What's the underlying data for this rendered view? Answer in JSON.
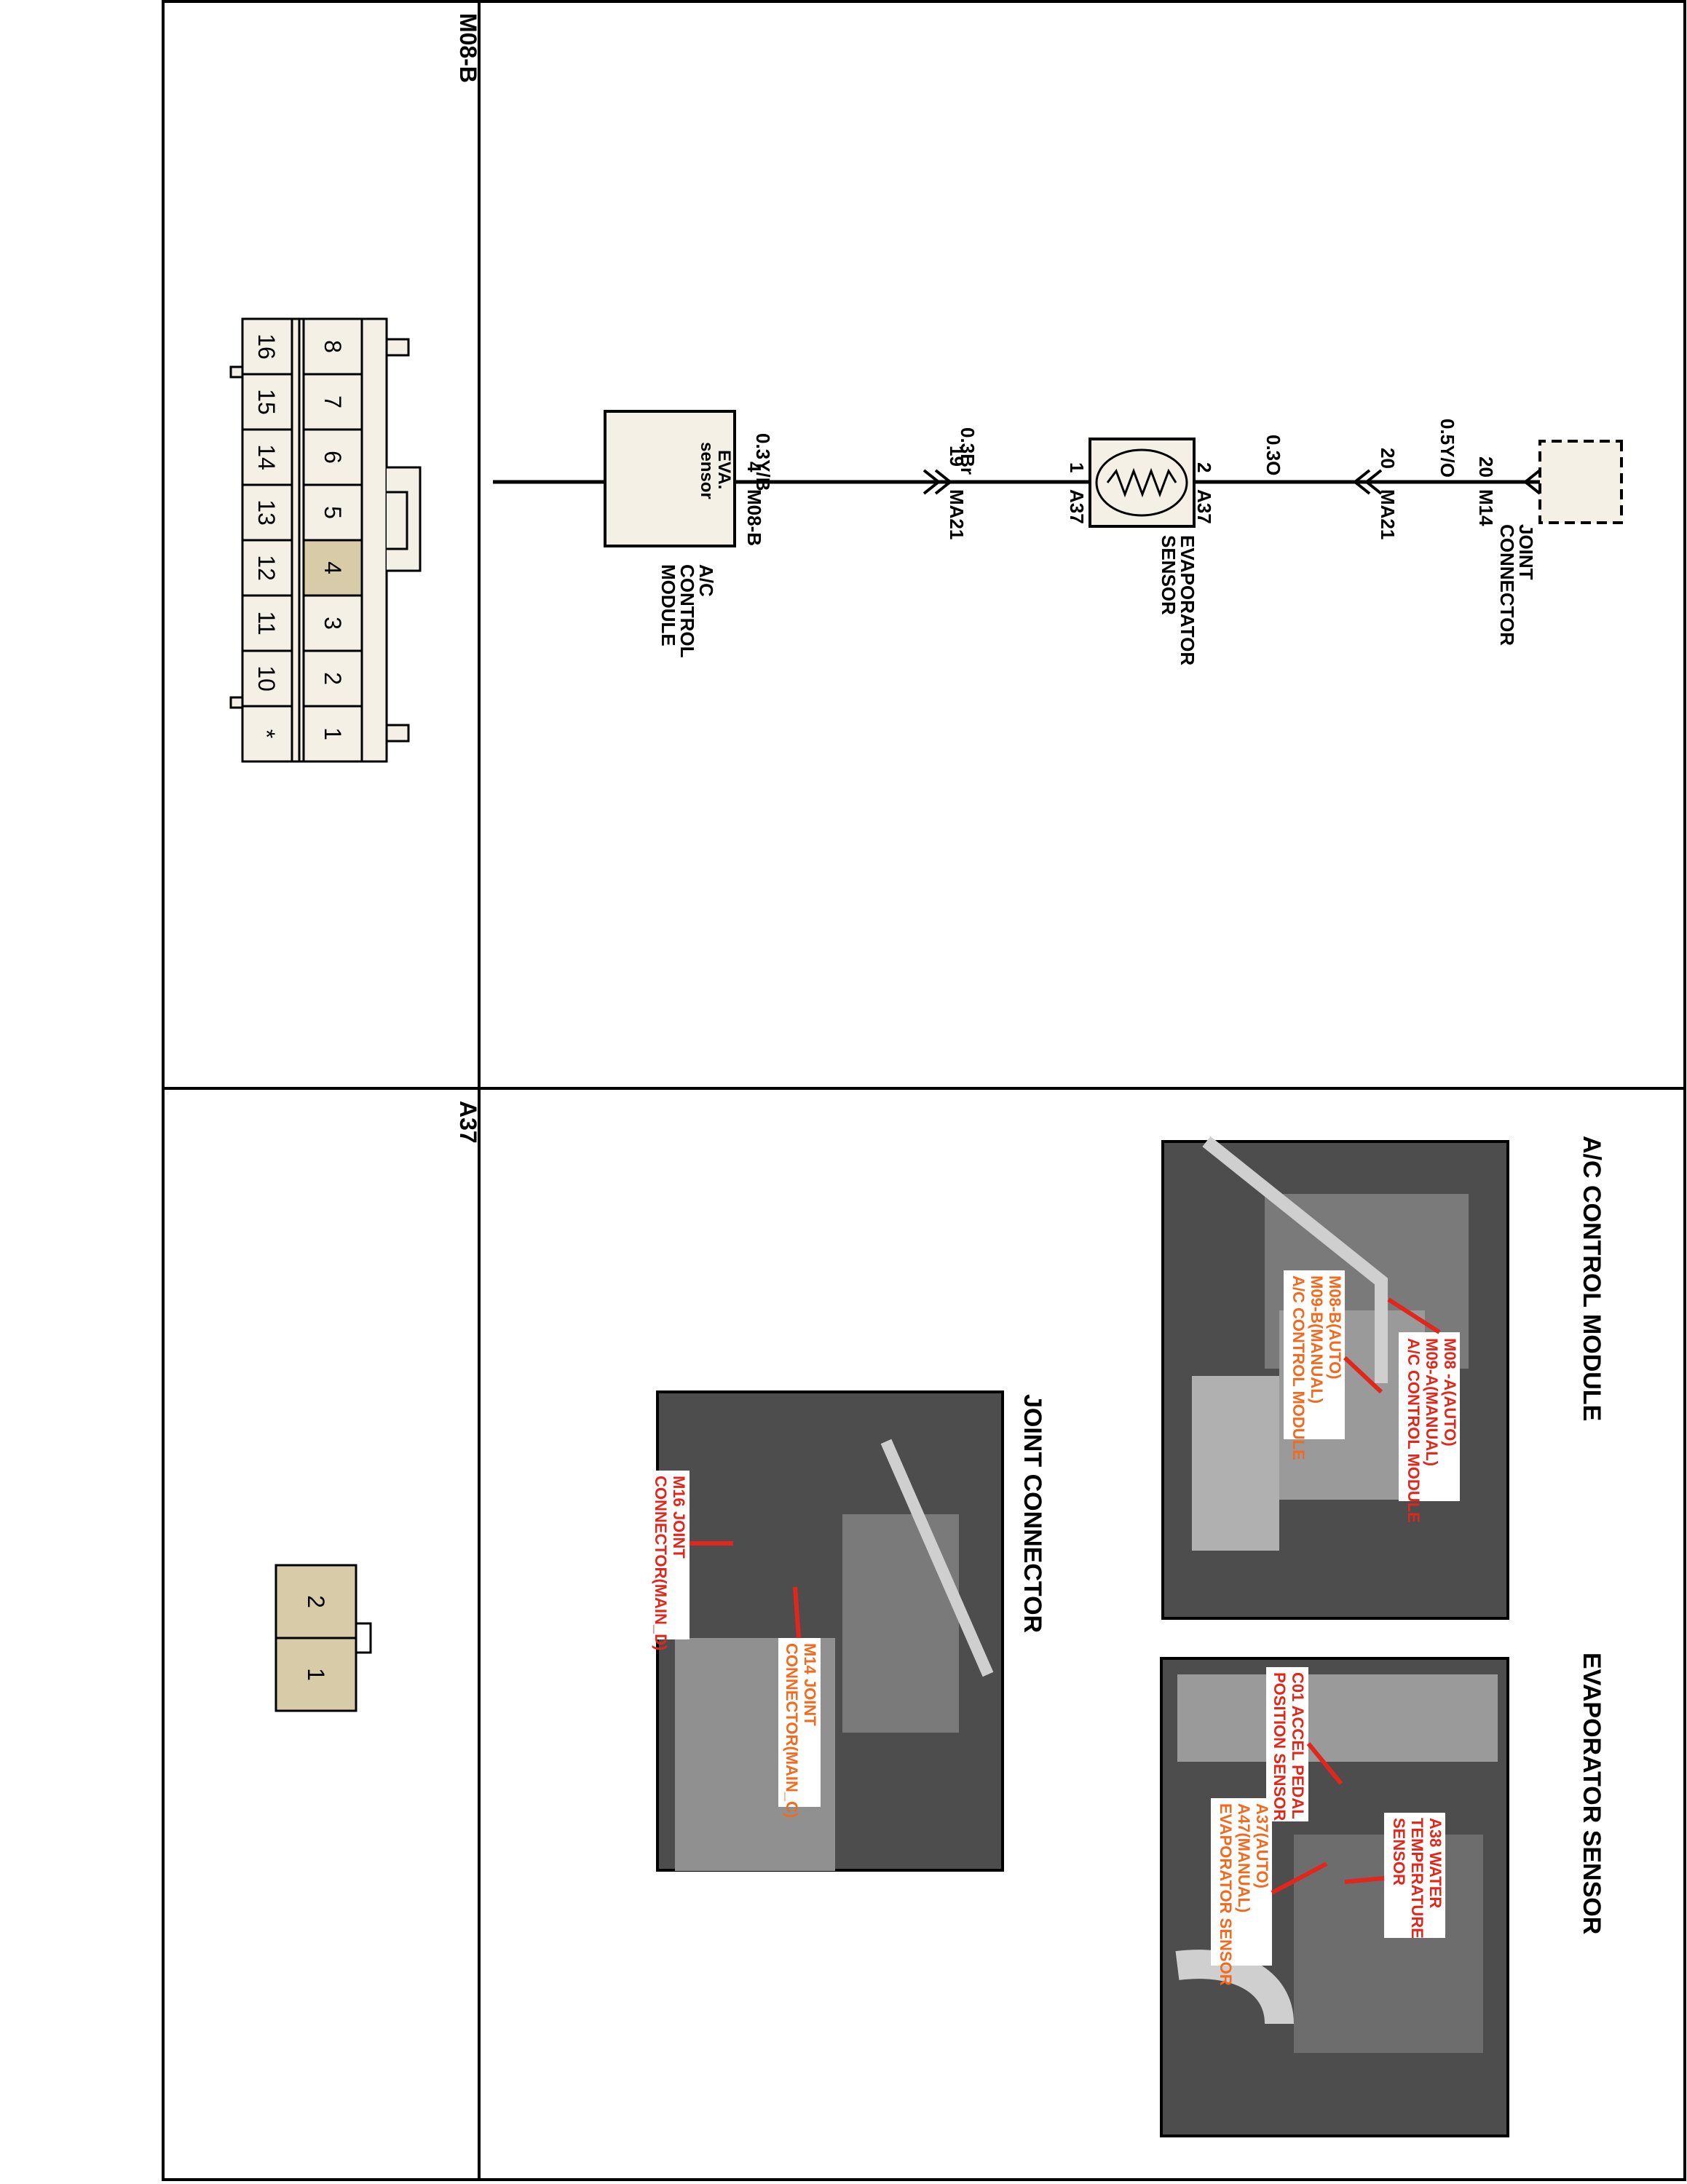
{
  "panels": {
    "top_connector_label": "M08-B",
    "bottom_connector_label": "A37"
  },
  "schematic": {
    "joint_connector": {
      "line1": "JOINT",
      "line2": "CONNECTOR"
    },
    "wire_top": {
      "pin": "20",
      "connector": "M14",
      "wire": "0.5Y/O"
    },
    "wire_ma21_a": {
      "pin": "20",
      "connector": "MA21",
      "wire": "0.3O"
    },
    "sensor": {
      "pin_top": "2",
      "pin_bottom": "1",
      "connector": "A37",
      "label1": "EVAPORATOR",
      "label2": "SENSOR"
    },
    "wire_ma21_b": {
      "pin": "19",
      "connector": "MA21",
      "wire": "0.3Br"
    },
    "wire_bottom": {
      "pin": "4",
      "connector": "M08-B",
      "wire": "0.3Y/B"
    },
    "module": {
      "inner1": "EVA.",
      "inner2": "sensor",
      "label1": "A/C",
      "label2": "CONTROL",
      "label3": "MODULE"
    }
  },
  "connector_m08b": {
    "top_row": [
      "8",
      "7",
      "6",
      "5",
      "4",
      "3",
      "2",
      "1"
    ],
    "bottom_row": [
      "16",
      "15",
      "14",
      "13",
      "12",
      "11",
      "10",
      "*"
    ],
    "highlighted": "4"
  },
  "connector_a37": {
    "pins": [
      "2",
      "1"
    ]
  },
  "photos": {
    "ac_module": {
      "title": "A/C CONTROL MODULE",
      "label1": [
        "M08 -A(AUTO)",
        "M09-A(MANUAL)",
        "A/C CONTROL MODULE"
      ],
      "label2": [
        "M08-B(AUTO)",
        "M09-B(MANUAL)",
        "A/C CONTROL MODULE"
      ]
    },
    "evap": {
      "title": "EVAPORATOR SENSOR",
      "label1": [
        "C01 ACCEL PEDAL",
        "POSITION SENSOR"
      ],
      "label2": [
        "A38 WATER",
        "TEMPERATURE",
        "SENSOR"
      ],
      "label3": [
        "A37(AUTO)",
        "A47(MANUAL)",
        "EVAPORATOR SENSOR"
      ]
    },
    "joint": {
      "title": "JOINT CONNECTOR",
      "label1": [
        "M16 JOINT",
        "CONNECTOR(MAIN_D)"
      ],
      "label2": [
        "M14 JOINT",
        "CONNECTOR(MAIN_C)"
      ]
    }
  },
  "colors": {
    "line": "#000000",
    "beige": "#d8cba8",
    "cream": "#f4f0e6",
    "red": "#e1261c",
    "orange": "#f26a1f"
  }
}
